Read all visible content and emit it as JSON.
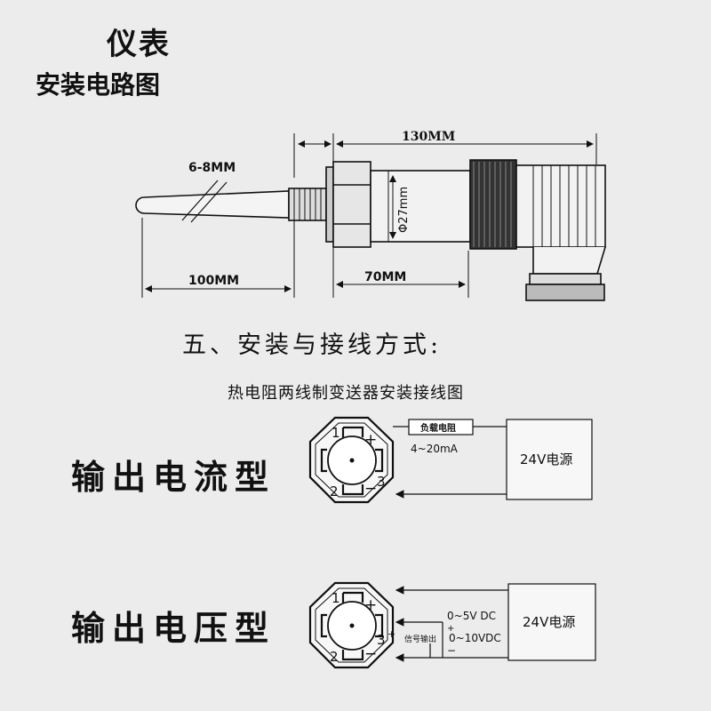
{
  "header": {
    "line1": "仪表",
    "line2": "安装电路图"
  },
  "dimensions": {
    "total_length": "130MM",
    "wire_diameter": "6-8MM",
    "diameter": "Φ27mm",
    "probe_length": "100MM",
    "body_length": "70MM"
  },
  "section_title": "五、安装与接线方式:",
  "subtitle": "热电阻两线制变送器安装接线图",
  "current_output": {
    "label": "输出电流型",
    "resistor": "负载电阻",
    "range": "4~20mA",
    "power": "24V电源",
    "pins": {
      "p1": "1",
      "p2": "2",
      "p3": "3",
      "plus": "+",
      "minus": "−"
    }
  },
  "voltage_output": {
    "label": "输出电压型",
    "range_1": "0~5V DC",
    "range_2": "0~10VDC",
    "signal": "信号输出",
    "plus": "+",
    "minus": "−",
    "power": "24V电源",
    "pins": {
      "p1": "1",
      "p2": "2",
      "p3": "3",
      "plus": "+",
      "minus": "−",
      "plus3": "+"
    }
  }
}
